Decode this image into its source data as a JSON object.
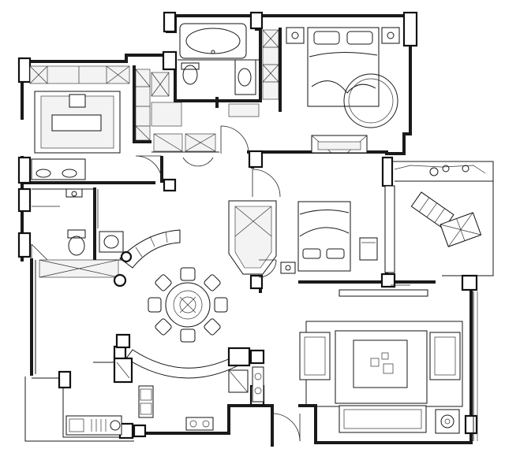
{
  "drawing": {
    "type": "architectural floor plan",
    "style": "black line drawing on white",
    "colors": {
      "line": "#1a1a1a",
      "background": "#ffffff",
      "fill": "#f3f3f3"
    }
  },
  "rooms": [
    {
      "id": "master-bathroom",
      "fixtures": [
        "bathtub",
        "toilet",
        "washbasin"
      ]
    },
    {
      "id": "master-bedroom",
      "fixtures": [
        "double-bed",
        "nightstands",
        "round-rug",
        "dresser"
      ]
    },
    {
      "id": "study",
      "fixtures": [
        "desk-on-rug",
        "chair",
        "bookshelf"
      ]
    },
    {
      "id": "walk-in-closet",
      "fixtures": [
        "wardrobes"
      ]
    },
    {
      "id": "guest-bedroom",
      "fixtures": [
        "double-bed",
        "desk",
        "chair",
        "wardrobe"
      ]
    },
    {
      "id": "balcony",
      "fixtures": [
        "lounge-chairs",
        "parasol",
        "planter"
      ]
    },
    {
      "id": "guest-bathroom",
      "fixtures": [
        "toilet",
        "washbasin",
        "shower"
      ]
    },
    {
      "id": "dining-room",
      "fixtures": [
        "round-table",
        "eight-chairs",
        "curved-screen"
      ]
    },
    {
      "id": "living-room",
      "fixtures": [
        "sofa-set",
        "coffee-table",
        "armchairs",
        "tv-cabinet"
      ]
    },
    {
      "id": "kitchen",
      "fixtures": [
        "sink",
        "stove",
        "counter"
      ]
    },
    {
      "id": "entrance",
      "fixtures": [
        "entry-door"
      ]
    }
  ]
}
